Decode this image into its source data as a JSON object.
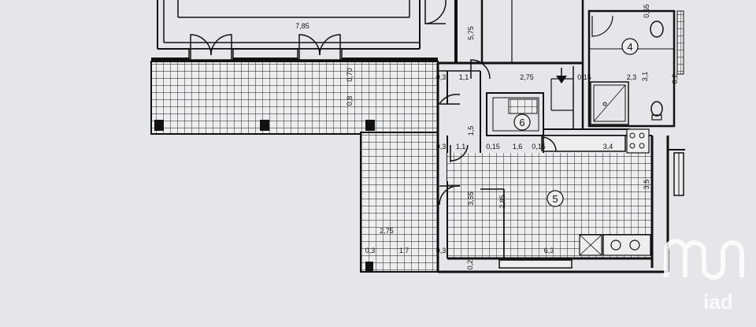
{
  "plan": {
    "rooms": [
      {
        "id": "room-4",
        "label": "4"
      },
      {
        "id": "room-5",
        "label": "5"
      },
      {
        "id": "room-6",
        "label": "6"
      }
    ],
    "dimensions": {
      "d_785": "7,85",
      "d_070": "0,70",
      "d_08": "0,8",
      "d_575": "5,75",
      "d_03a": "0,3",
      "d_11a": "1,1",
      "d_275a": "2,75",
      "d_015a": "0,15",
      "d_23": "2,3",
      "d_31": "3,1",
      "d_15": "1,5",
      "d_03b": "0,3",
      "d_11b": "1,1",
      "d_015b": "0,15",
      "d_015c": "0,15",
      "d_16": "1,6",
      "d_34": "3,4",
      "d_02a": "0,2",
      "d_35": "3,5",
      "d_355": "3,55",
      "d_285": "2,85",
      "d_275b": "2,75",
      "d_03c": "0,3",
      "d_17": "1,7",
      "d_03d": "0,3",
      "d_63": "6,3",
      "d_02b": "0,2",
      "d_065": "0,65"
    }
  },
  "logo": {
    "text": "iad"
  }
}
